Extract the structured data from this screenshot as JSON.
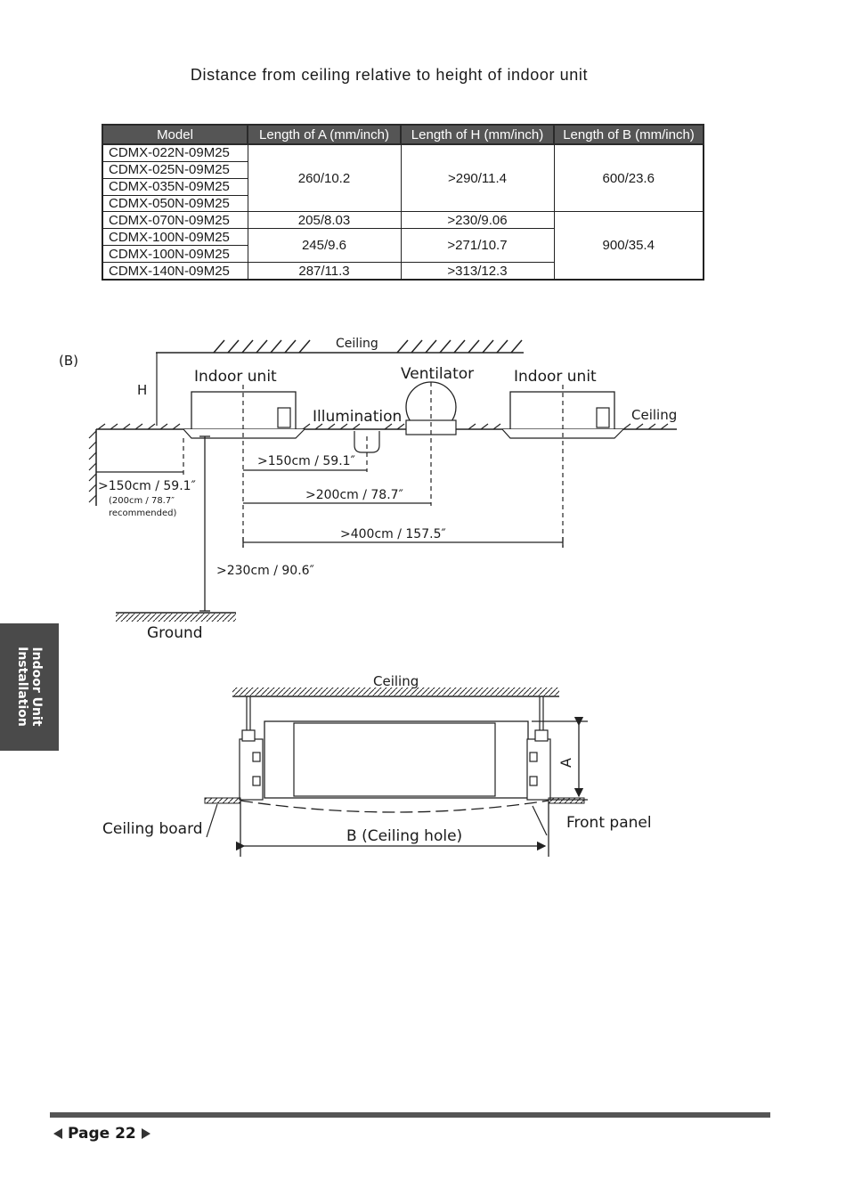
{
  "title": "Distance from ceiling relative to height of indoor unit",
  "table": {
    "headers": [
      "Model",
      "Length of A (mm/inch)",
      "Length of H (mm/inch)",
      "Length of B (mm/inch)"
    ],
    "models": [
      "CDMX-022N-09M25",
      "CDMX-025N-09M25",
      "CDMX-035N-09M25",
      "CDMX-050N-09M25",
      "CDMX-070N-09M25",
      "CDMX-100N-09M25",
      "CDMX-100N-09M25",
      "CDMX-140N-09M25"
    ],
    "a_values": [
      "260/10.2",
      "205/8.03",
      "245/9.6",
      "287/11.3"
    ],
    "h_values": [
      ">290/11.4",
      ">230/9.06",
      ">271/10.7",
      ">313/12.3"
    ],
    "b_values": [
      "600/23.6",
      "900/35.4"
    ]
  },
  "diagram_b": {
    "label": "(B)",
    "ceiling": "Ceiling",
    "ceiling_right": "Ceiling",
    "h": "H",
    "indoor_unit_left": "Indoor unit",
    "ventilator": "Ventilator",
    "indoor_unit_right": "Indoor unit",
    "illumination": "Illumination",
    "dist_150_wall": ">150cm / 59.1″",
    "dist_150_wall_note1": "(200cm / 78.7″",
    "dist_150_wall_note2": "recommended)",
    "dist_150": ">150cm / 59.1″",
    "dist_200": ">200cm / 78.7″",
    "dist_400": ">400cm / 157.5″",
    "dist_230": ">230cm /  90.6″",
    "ground": "Ground"
  },
  "diagram_c": {
    "ceiling": "Ceiling",
    "a": "A",
    "ceiling_board": "Ceiling board",
    "ceiling_hole": "B (Ceiling hole)",
    "front_panel": "Front panel"
  },
  "side_tab": {
    "line1": "Indoor Unit",
    "line2": "Installation"
  },
  "footer": {
    "page": "Page 22"
  }
}
